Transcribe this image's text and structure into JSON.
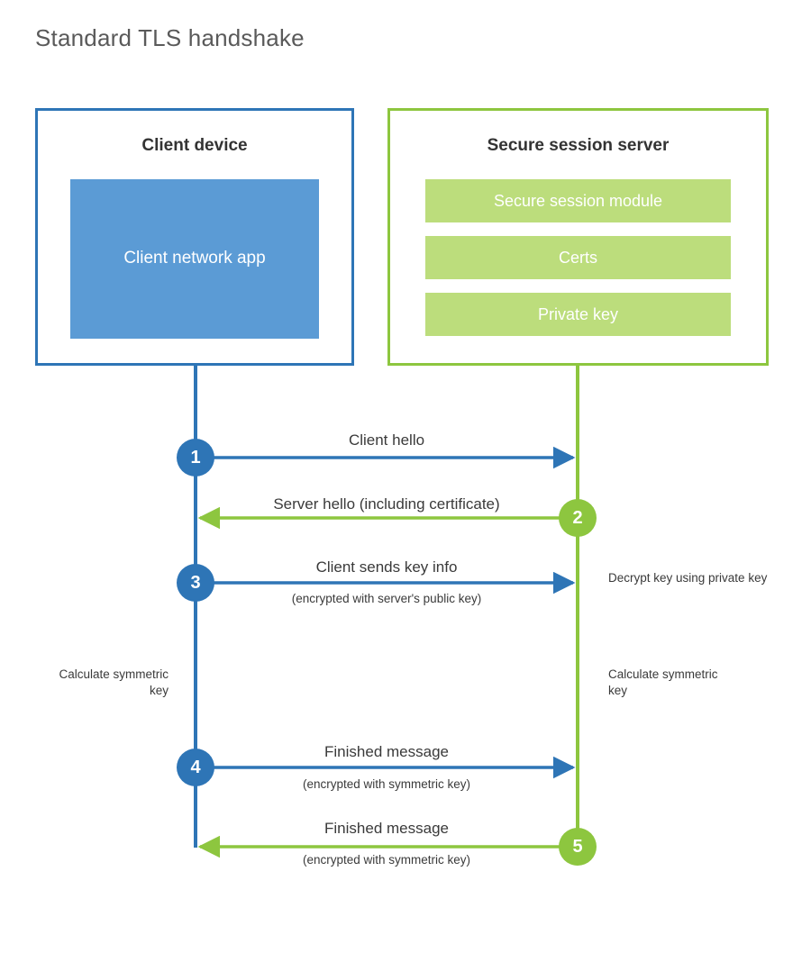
{
  "title": "Standard TLS handshake",
  "colors": {
    "client_blue": "#2E75B6",
    "client_app_blue": "#5B9BD5",
    "server_green": "#8DC63F",
    "server_module_green": "#BCDD7C",
    "text_dark": "#333333",
    "title_gray": "#5A5A5A"
  },
  "client": {
    "title": "Client device",
    "app_label": "Client network app"
  },
  "server": {
    "title": "Secure session server",
    "modules": [
      {
        "label": "Secure session module"
      },
      {
        "label": "Certs"
      },
      {
        "label": "Private key"
      }
    ]
  },
  "steps": [
    {
      "number": "1",
      "label": "Client hello",
      "sublabel": "",
      "direction": "client-to-server",
      "color": "blue"
    },
    {
      "number": "2",
      "label": "Server hello (including certificate)",
      "sublabel": "",
      "direction": "server-to-client",
      "color": "green"
    },
    {
      "number": "3",
      "label": "Client sends key info",
      "sublabel": "(encrypted with server's public key)",
      "direction": "client-to-server",
      "color": "blue"
    },
    {
      "number": "4",
      "label": "Finished message",
      "sublabel": "(encrypted with symmetric key)",
      "direction": "client-to-server",
      "color": "blue"
    },
    {
      "number": "5",
      "label": "Finished message",
      "sublabel": "(encrypted with symmetric key)",
      "direction": "server-to-client",
      "color": "green"
    }
  ],
  "annotations": {
    "server_decrypt": "Decrypt key using private key",
    "client_calculate": "Calculate symmetric key",
    "server_calculate": "Calculate symmetric key"
  }
}
